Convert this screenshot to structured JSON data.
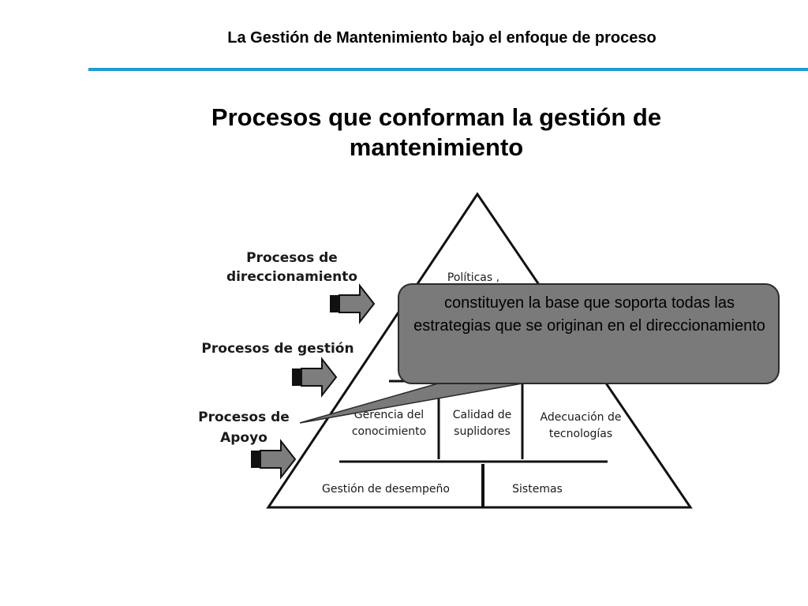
{
  "header": {
    "title": "La Gestión de Mantenimiento bajo el enfoque de proceso"
  },
  "slide": {
    "title_line1": "Procesos que conforman la gestión de",
    "title_line2": "mantenimiento"
  },
  "left_labels": {
    "direccionamiento_line1": "Procesos de",
    "direccionamiento_line2": "direccionamiento",
    "gestion": "Procesos de gestión",
    "apoyo_line1": "Procesos de",
    "apoyo_line2": "Apoyo"
  },
  "pyramid": {
    "top_cell": "Políticas ,",
    "middle_row": [
      {
        "line1": "Gerencia del",
        "line2": "conocimiento"
      },
      {
        "line1": "Calidad de",
        "line2": "suplidores"
      },
      {
        "line1": "Adecuación de",
        "line2": "tecnologías"
      }
    ],
    "bottom_row": [
      "Gestión de desempeño",
      "Sistemas"
    ]
  },
  "callout": {
    "text": "constituyen la base que soporta todas las estrategias que se originan en el direccionamiento",
    "fill_color": "#7a7a7a"
  },
  "colors": {
    "accent_rule": "#1f9ad6",
    "arrow_gray": "#7d7d7d"
  }
}
